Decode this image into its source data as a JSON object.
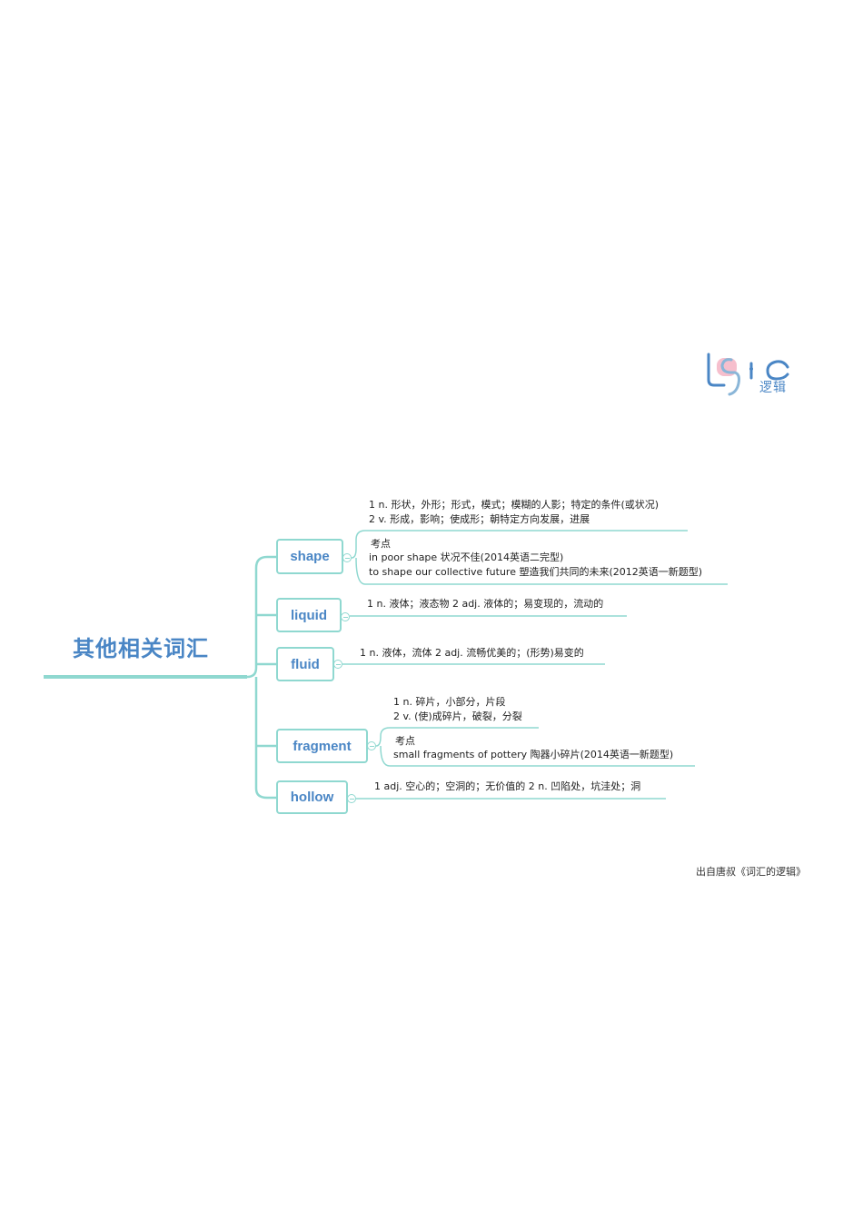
{
  "logo": {
    "text": "逻辑",
    "brand": "logic"
  },
  "root": {
    "title": "其他相关词汇"
  },
  "branches": [
    {
      "word": "shape",
      "lines": [
        "1 n. 形状，外形；形式，模式；模糊的人影；特定的条件(或状况)",
        "2 v. 形成，影响；使成形；朝特定方向发展，进展"
      ],
      "kaodian": {
        "label": "考点",
        "lines": [
          "in poor shape 状况不佳(2014英语二完型)",
          "to shape our collective future 塑造我们共同的未来(2012英语一新题型)"
        ]
      }
    },
    {
      "word": "liquid",
      "lines": [
        "1 n. 液体；液态物 2 adj. 液体的；易变现的，流动的"
      ]
    },
    {
      "word": "fluid",
      "lines": [
        "1 n. 液体，流体 2 adj. 流畅优美的；(形势)易变的"
      ]
    },
    {
      "word": "fragment",
      "lines": [
        "1 n. 碎片，小部分，片段",
        "2 v. (使)成碎片，破裂，分裂"
      ],
      "kaodian": {
        "label": "考点",
        "lines": [
          "small fragments of pottery 陶器小碎片(2014英语一新题型)"
        ]
      }
    },
    {
      "word": "hollow",
      "lines": [
        "1 adj. 空心的；空洞的；无价值的 2 n. 凹陷处，坑洼处；洞"
      ]
    }
  ],
  "footer": "出自唐叔《词汇的逻辑》",
  "colors": {
    "accent": "#4a86c5",
    "line": "#8fd8d0",
    "logo_pink": "#f5b4c4"
  }
}
